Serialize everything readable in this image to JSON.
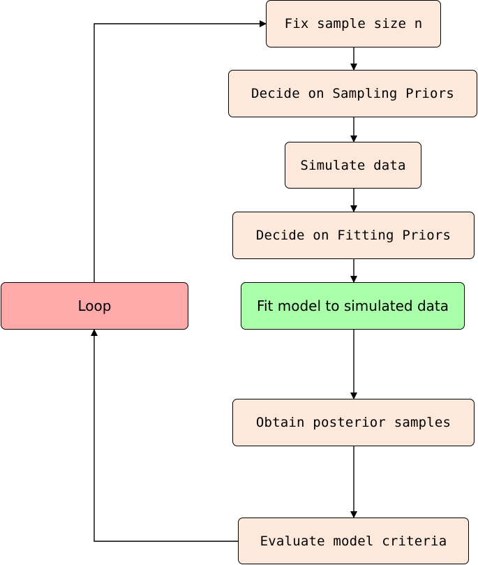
{
  "nodes": {
    "fix_sample_size": "Fix sample size n",
    "sampling_priors": "Decide on Sampling Priors",
    "simulate_data": "Simulate data",
    "fitting_priors": "Decide on Fitting Priors",
    "fit_model": "Fit model to simulated data",
    "posterior_samples": "Obtain posterior samples",
    "evaluate_criteria": "Evaluate model criteria",
    "loop": "Loop"
  },
  "colors": {
    "process_fill": "#fde9dc",
    "loop_fill": "#ffaaaa",
    "fit_fill": "#aaffaa",
    "stroke": "#000000"
  }
}
